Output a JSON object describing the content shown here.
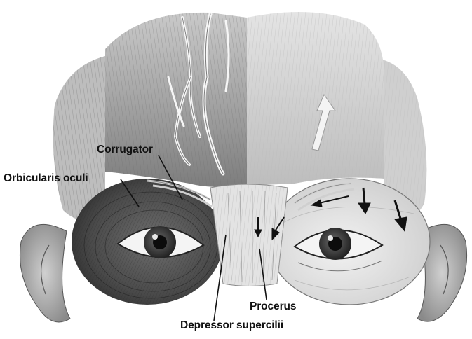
{
  "labels": {
    "corrugator": "Corrugator",
    "orbicularis_oculi": "Orbicularis oculi",
    "procerus": "Procerus",
    "depressor_supercilii": "Depressor supercilii"
  },
  "colors": {
    "background": "#ffffff",
    "muscle_light": "#d6d6d6",
    "muscle_mid": "#a8a8a8",
    "muscle_dark": "#5a5a5a",
    "skin": "#efefef",
    "ink": "#111111"
  }
}
